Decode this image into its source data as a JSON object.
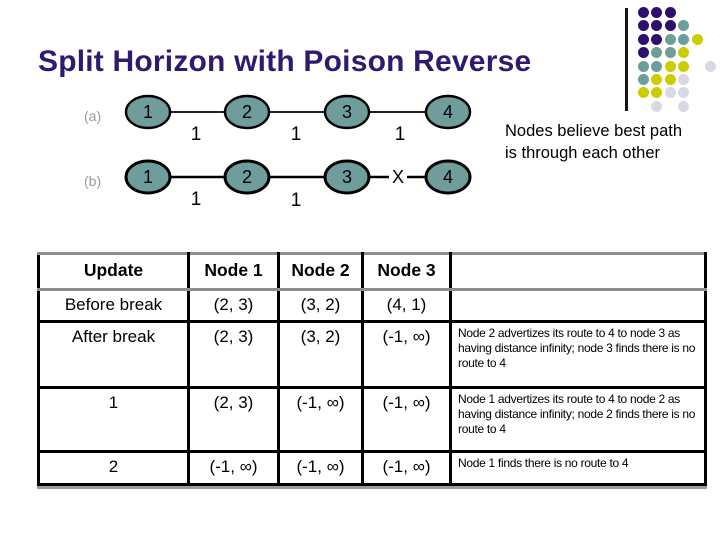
{
  "slide": {
    "title": "Split Horizon with Poison Reverse"
  },
  "colors": {
    "title": "#301a70",
    "node_fill": "#6f9d9b",
    "label_gray": "#9a9a9a",
    "table_gray": "#8e8e8e",
    "dot_purple": "#2e0e6e",
    "dot_teal": "#6e9e9a",
    "dot_yellow": "#cccc00",
    "dot_gray": "#d9d9e6"
  },
  "decor": {
    "dot_matrix": [
      [
        "p",
        "p",
        "p",
        null,
        null,
        null
      ],
      [
        "p",
        "p",
        "p",
        "t",
        null,
        null
      ],
      [
        "p",
        "p",
        "t",
        "t",
        "y",
        null
      ],
      [
        "p",
        "t",
        "t",
        "y",
        null,
        null
      ],
      [
        "t",
        "t",
        "y",
        "y",
        null,
        "g"
      ],
      [
        "t",
        "y",
        "y",
        "g",
        null,
        null
      ],
      [
        "y",
        "y",
        "g",
        "g",
        null,
        null
      ],
      [
        null,
        "g",
        null,
        "g",
        null,
        null
      ]
    ]
  },
  "diagram_a": {
    "label": "(a)",
    "nodes": [
      "1",
      "2",
      "3",
      "4"
    ],
    "edge_labels": [
      "1",
      "1",
      "1"
    ]
  },
  "diagram_b": {
    "label": "(b)",
    "nodes": [
      "1",
      "2",
      "3",
      "4"
    ],
    "edge_labels": [
      "1",
      "1"
    ],
    "break_marker": "X"
  },
  "side_note": {
    "text": "Nodes believe best path is through each other"
  },
  "table": {
    "headers": [
      "Update",
      "Node 1",
      "Node 2",
      "Node 3",
      ""
    ],
    "rows": [
      {
        "cells": [
          "Before break",
          "(2, 3)",
          "(3, 2)",
          "(4, 1)",
          ""
        ]
      },
      {
        "cells": [
          "After break",
          "(2, 3)",
          "(3, 2)",
          "(-1, ∞)",
          "Node 2 advertizes its route to 4 to node 3 as having distance infinity; node 3 finds there is no route to 4"
        ]
      },
      {
        "cells": [
          "1",
          "(2, 3)",
          "(-1, ∞)",
          "(-1, ∞)",
          "Node 1 advertizes its route to 4 to node 2 as having distance infinity; node 2 finds there is no route to 4"
        ]
      },
      {
        "cells": [
          "2",
          "(-1, ∞)",
          "(-1, ∞)",
          "(-1, ∞)",
          "Node 1 finds there is no route to 4"
        ]
      }
    ]
  }
}
